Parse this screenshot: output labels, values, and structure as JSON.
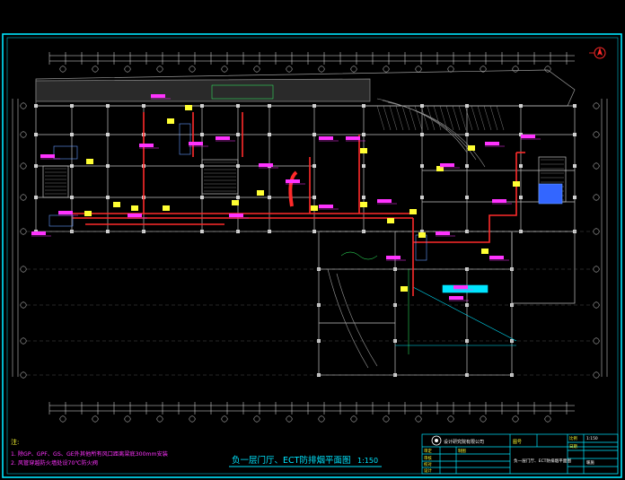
{
  "drawing": {
    "title": "负一层门厅、ECT防排烟平面图",
    "scale": "1:150",
    "notes_heading": "注:",
    "notes": [
      "1. 除GP、GPF、GS、GE外其他所有风口距离梁底300mm安装",
      "2. 风管穿越防火墙处设70℃防火阀"
    ]
  },
  "title_block": {
    "company": "设计研究院有限公司",
    "drawing_no_label": "图号",
    "drawing_name": "负一层门厅、ECT防排烟平面图",
    "rows": [
      "审定",
      "审核",
      "校对",
      "设计",
      "制图"
    ],
    "sheet_label": "比例",
    "sheet_value": "1:150",
    "date_label": "日期",
    "code_label": "暖施"
  },
  "colors": {
    "background": "#000000",
    "frame": "#00e5ff",
    "walls": "#c0c0c0",
    "duct_red": "#ff2a2a",
    "label_magenta": "#ff33ff",
    "equipment_yellow": "#ffff33",
    "grid_white": "#e8e8e8",
    "green": "#33ff66",
    "blue": "#3366ff"
  },
  "icons": {
    "north_arrow": "compass-icon",
    "company_logo": "logo-icon"
  }
}
